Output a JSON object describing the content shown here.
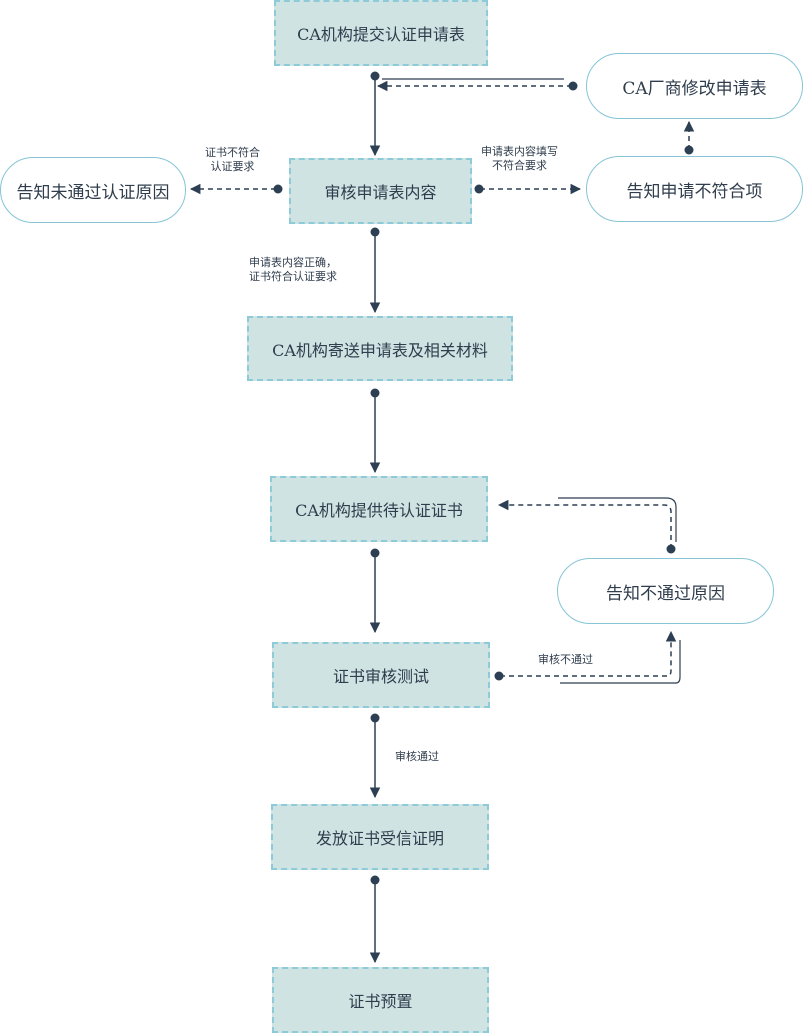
{
  "nodes": {
    "submit": "CA机构提交认证申请表",
    "review": "审核申请表内容",
    "mail": "CA机构寄送申请表及相关材料",
    "provide": "CA机构提供待认证证书",
    "test": "证书审核测试",
    "issue": "发放证书受信证明",
    "preset": "证书预置",
    "vendor_modify": "CA厂商修改申请表",
    "notify_nonconform": "告知申请不符合项",
    "notify_fail_cert": "告知未通过认证原因",
    "notify_fail_test": "告知不通过原因"
  },
  "edges": {
    "cert_not_meet": [
      "证书不符合",
      "认证要求"
    ],
    "form_not_meet": [
      "申请表内容填写",
      "不符合要求"
    ],
    "form_ok": [
      "申请表内容正确，",
      "证书符合认证要求"
    ],
    "review_fail": "审核不通过",
    "review_pass": "审核通过"
  },
  "colors": {
    "box_fill": "#cfe3e3",
    "box_border": "#8ecbd9",
    "pill_border": "#86c4d6",
    "line": "#2d3f52"
  }
}
